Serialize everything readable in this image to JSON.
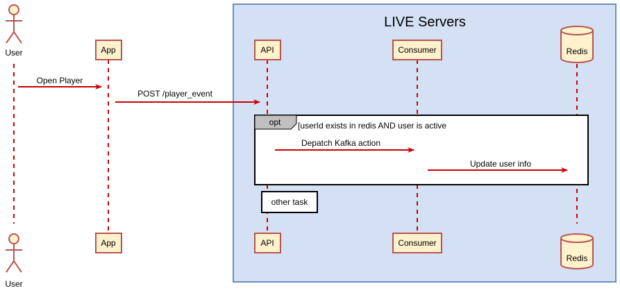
{
  "group": {
    "title": "LIVE Servers"
  },
  "participants": {
    "user": "User",
    "app": "App",
    "api": "API",
    "consumer": "Consumer",
    "redis": "Redis"
  },
  "messages": {
    "open_player": "Open Player",
    "post_player_event": "POST /player_event",
    "dispatch_kafka": "Depatch Kafka action",
    "update_user_info": "Update user info"
  },
  "fragment": {
    "operator": "opt",
    "guard": "[userId exists in redis AND user is active"
  },
  "note": {
    "text": "other task"
  },
  "colors": {
    "group_fill": "#d4e1f5",
    "group_stroke": "#6c8ebf",
    "participant_fill": "#fff2cc",
    "participant_stroke": "#b85450",
    "lifeline": "#cc0000",
    "arrow": "#cc0000",
    "fragment_header": "#c0c0c0"
  }
}
